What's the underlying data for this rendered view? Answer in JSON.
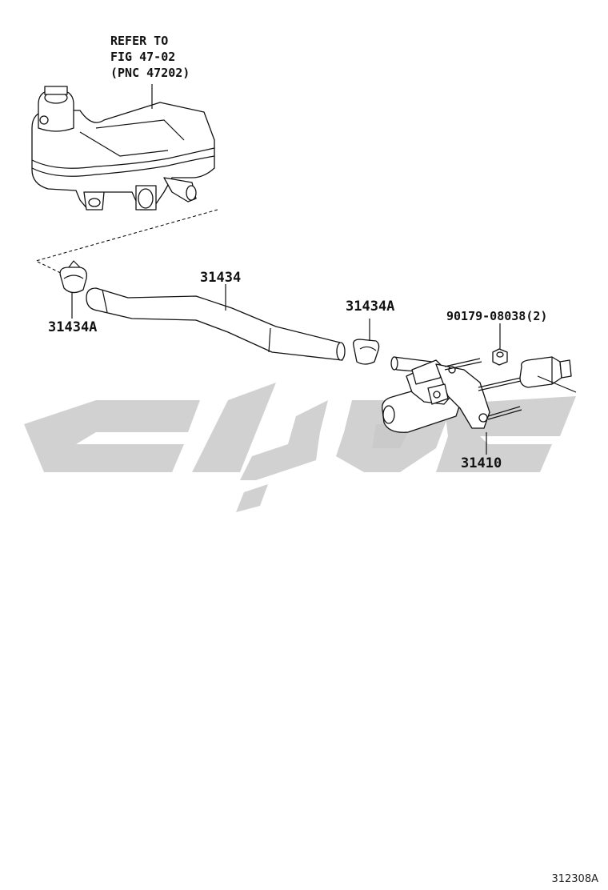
{
  "reference_note": {
    "line1": "REFER TO",
    "line2": "FIG 47-02",
    "line3": "(PNC 47202)"
  },
  "callouts": {
    "clip_left": "31434A",
    "hose": "31434",
    "clip_right": "31434A",
    "nut": "90179-08038(2)",
    "master_cylinder": "31410"
  },
  "figure_id": "312308A",
  "colors": {
    "line": "#111111",
    "watermark": "#c9c9c9"
  }
}
